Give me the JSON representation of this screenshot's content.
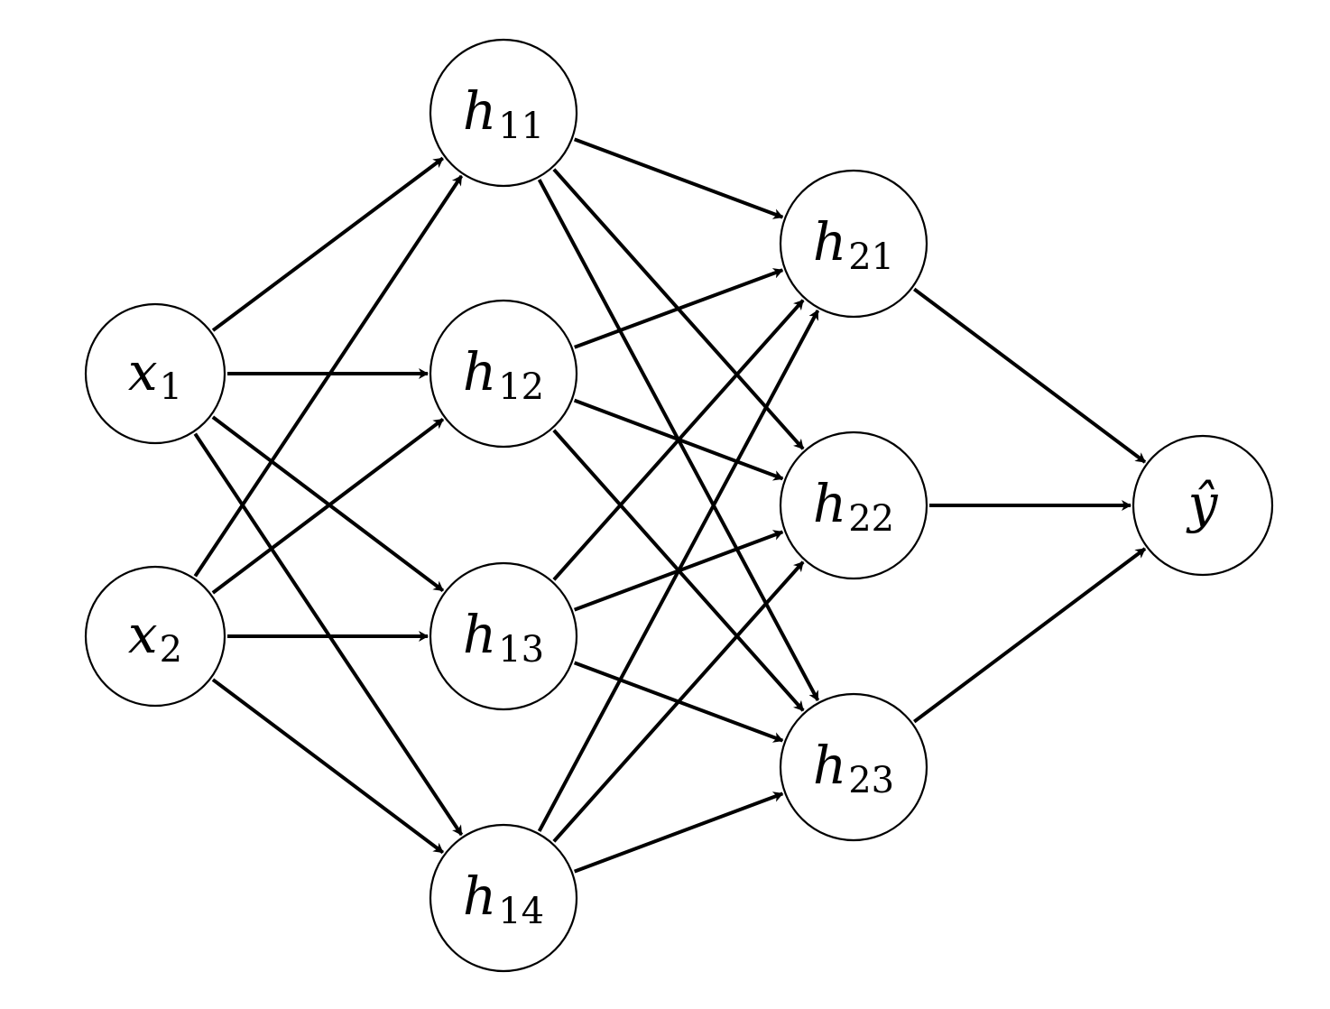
{
  "diagram": {
    "type": "feed-forward-neural-network",
    "colors": {
      "stroke": "#000000",
      "fill": "#ffffff"
    },
    "layers": [
      {
        "id": "input",
        "nodes": [
          {
            "id": "x1",
            "base": "x",
            "sub": "1"
          },
          {
            "id": "x2",
            "base": "x",
            "sub": "2"
          }
        ]
      },
      {
        "id": "hidden1",
        "nodes": [
          {
            "id": "h11",
            "base": "h",
            "sub": "11"
          },
          {
            "id": "h12",
            "base": "h",
            "sub": "12"
          },
          {
            "id": "h13",
            "base": "h",
            "sub": "13"
          },
          {
            "id": "h14",
            "base": "h",
            "sub": "14"
          }
        ]
      },
      {
        "id": "hidden2",
        "nodes": [
          {
            "id": "h21",
            "base": "h",
            "sub": "21"
          },
          {
            "id": "h22",
            "base": "h",
            "sub": "22"
          },
          {
            "id": "h23",
            "base": "h",
            "sub": "23"
          }
        ]
      },
      {
        "id": "output",
        "nodes": [
          {
            "id": "yhat",
            "base": "ŷ",
            "sub": ""
          }
        ]
      }
    ],
    "edges": [
      [
        "x1",
        "h11"
      ],
      [
        "x1",
        "h12"
      ],
      [
        "x1",
        "h13"
      ],
      [
        "x1",
        "h14"
      ],
      [
        "x2",
        "h11"
      ],
      [
        "x2",
        "h12"
      ],
      [
        "x2",
        "h13"
      ],
      [
        "x2",
        "h14"
      ],
      [
        "h11",
        "h21"
      ],
      [
        "h11",
        "h22"
      ],
      [
        "h11",
        "h23"
      ],
      [
        "h12",
        "h21"
      ],
      [
        "h12",
        "h22"
      ],
      [
        "h12",
        "h23"
      ],
      [
        "h13",
        "h21"
      ],
      [
        "h13",
        "h22"
      ],
      [
        "h13",
        "h23"
      ],
      [
        "h14",
        "h21"
      ],
      [
        "h14",
        "h22"
      ],
      [
        "h14",
        "h23"
      ],
      [
        "h21",
        "yhat"
      ],
      [
        "h22",
        "yhat"
      ],
      [
        "h23",
        "yhat"
      ]
    ]
  }
}
